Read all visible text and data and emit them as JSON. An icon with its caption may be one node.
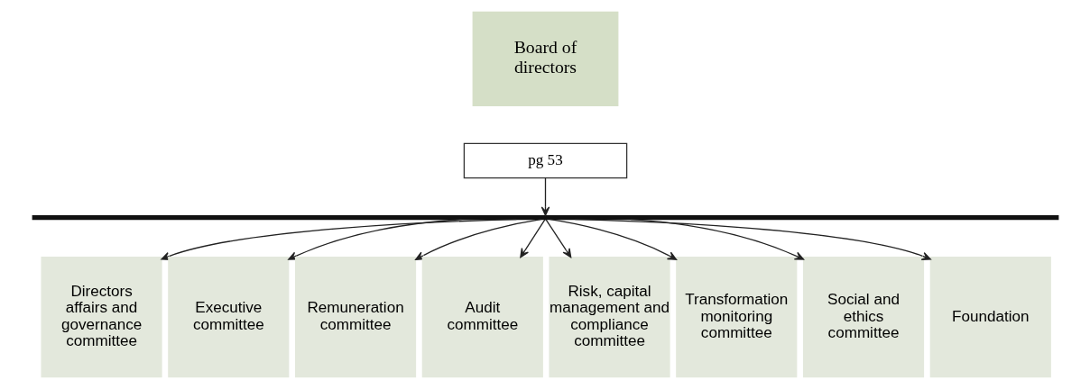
{
  "diagram": {
    "nodes": [
      {
        "text": [
          "Board of directors"
        ]
      },
      {
        "text": [
          "pg 53"
        ]
      },
      {
        "text": [],
        "shape": "bar"
      },
      {
        "text": [
          "Directors affairs and governance committee"
        ]
      },
      {
        "text": [
          "Executive committee"
        ]
      },
      {
        "text": [
          "Remuneration committee"
        ]
      },
      {
        "text": [
          "Audit committee"
        ]
      },
      {
        "text": [
          "Risk, capital management and compliance committee"
        ]
      },
      {
        "text": [
          "Transformation monitoring committee"
        ]
      },
      {
        "text": [
          "Social and ethics committee"
        ]
      },
      {
        "text": [
          "Foundation"
        ]
      }
    ],
    "edges": [
      {
        "from": 1,
        "to": 2,
        "arrow": "to"
      },
      {
        "from": 2,
        "to": 3,
        "arrow": "to"
      },
      {
        "from": 2,
        "to": 4,
        "arrow": "to"
      },
      {
        "from": 2,
        "to": 5,
        "arrow": "to"
      },
      {
        "from": 2,
        "to": 6,
        "arrow": "to"
      },
      {
        "from": 2,
        "to": 7,
        "arrow": "to"
      },
      {
        "from": 2,
        "to": 8,
        "arrow": "to"
      },
      {
        "from": 2,
        "to": 9,
        "arrow": "to"
      },
      {
        "from": 2,
        "to": 10,
        "arrow": "to"
      }
    ]
  }
}
